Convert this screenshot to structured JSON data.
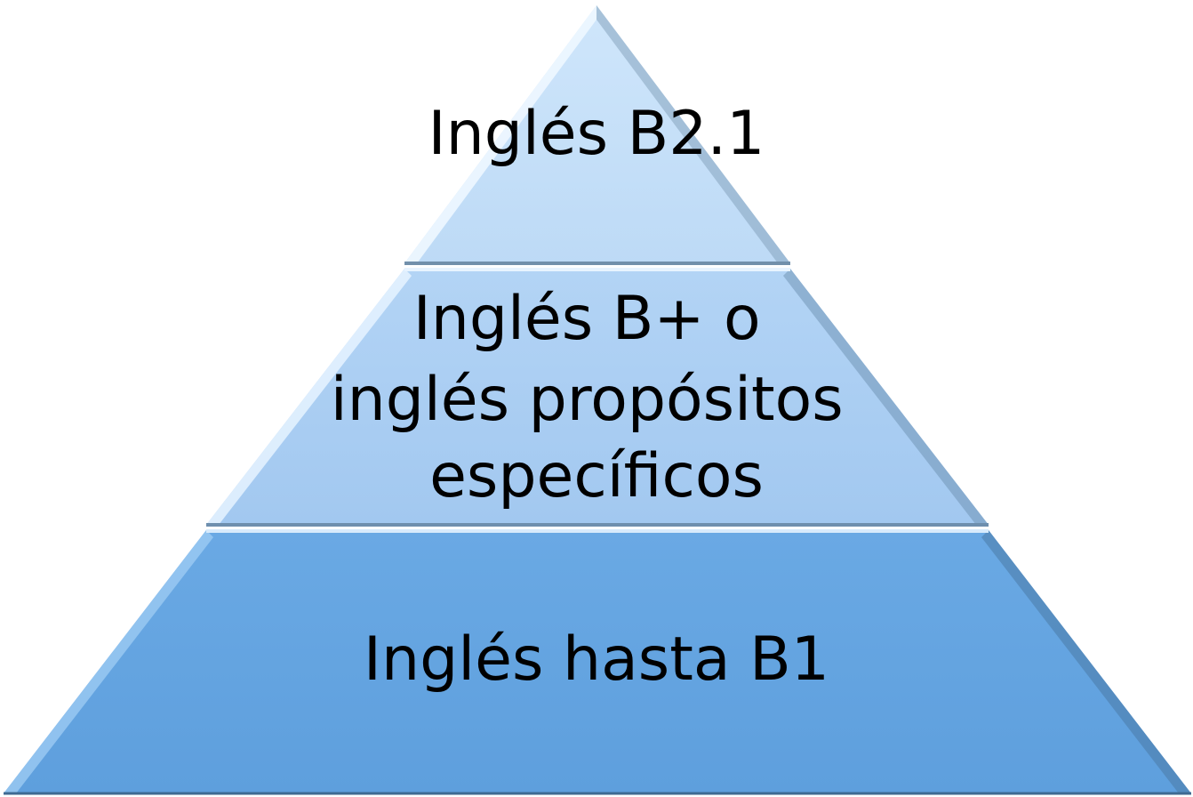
{
  "colors": {
    "top": "#c5e0f9",
    "middle": "#a9cdf3",
    "bottom": "#66a6e2",
    "edge_highlight": "#e3f1ff",
    "edge_shadow": "#5e7f9c",
    "text": "#000000"
  },
  "tiers": [
    {
      "name": "top",
      "lines": [
        "Inglés B2.1"
      ]
    },
    {
      "name": "middle",
      "lines": [
        "Inglés B+ o",
        "inglés propósitos",
        "específicos"
      ]
    },
    {
      "name": "bottom",
      "lines": [
        "Inglés hasta B1"
      ]
    }
  ]
}
